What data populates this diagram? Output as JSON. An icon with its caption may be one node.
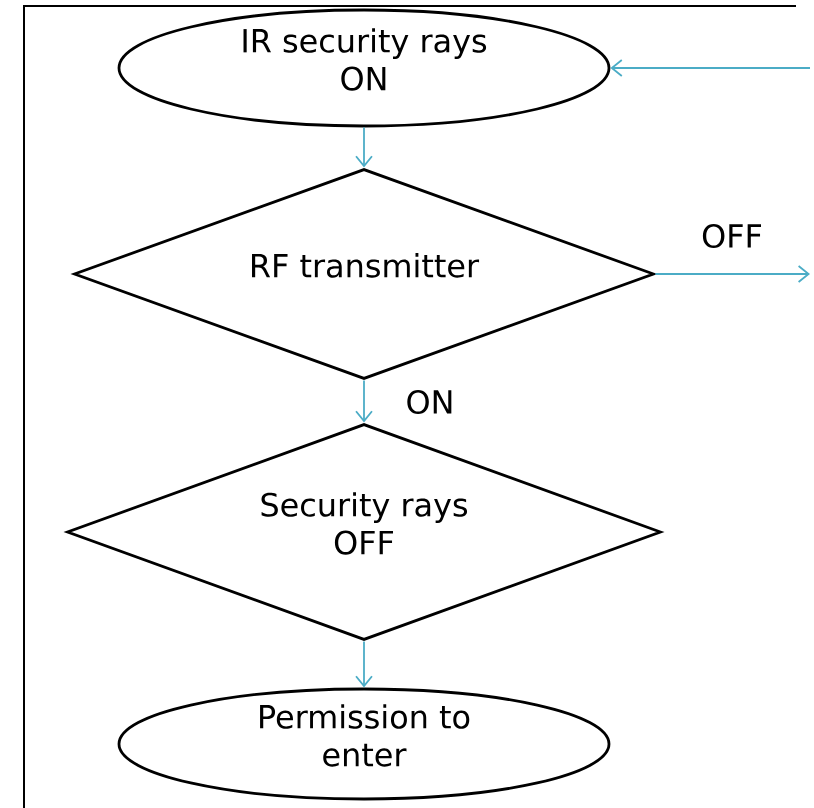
{
  "diagram": {
    "nodes": [
      {
        "text": [
          "IR security rays ON"
        ]
      },
      {
        "text": [
          "RF transmitter"
        ]
      },
      {
        "text": [
          "Security rays OFF"
        ]
      },
      {
        "text": [
          "Permission to enter"
        ]
      }
    ],
    "edges": [
      {
        "from": 0,
        "to": 1,
        "arrow": "to"
      },
      {
        "from": 1,
        "to": 2,
        "arrow": "to",
        "label": "ON"
      },
      {
        "from": 2,
        "to": 3,
        "arrow": "to"
      },
      {
        "from": 1,
        "to": null,
        "arrow": "to",
        "label": "OFF"
      },
      {
        "from": null,
        "to": 0,
        "arrow": "to"
      }
    ]
  }
}
